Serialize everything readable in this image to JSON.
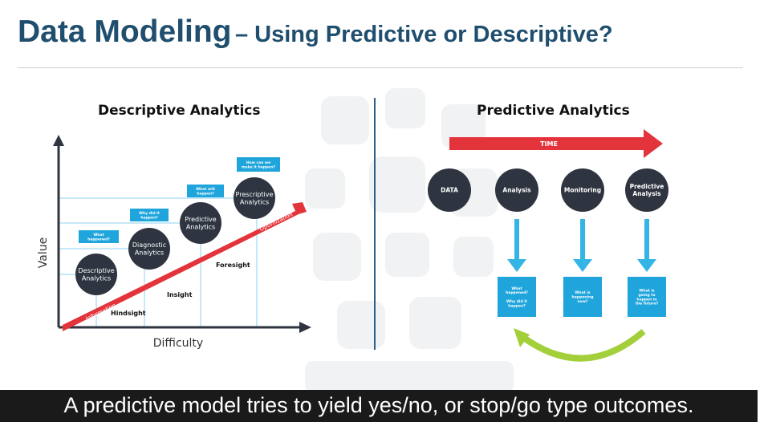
{
  "slide": {
    "title_main": "Data Modeling",
    "title_sub": "– Using Predictive or Descriptive?"
  },
  "descriptive": {
    "title": "Descriptive Analytics",
    "y_label": "Value",
    "x_label": "Difficulty",
    "circles": [
      "Descriptive\nAnalytics",
      "Diagnostic\nAnalytics",
      "Predictive\nAnalytics",
      "Prescriptive\nAnalytics"
    ],
    "questions": [
      "What\nhappened?",
      "Why did it\nhappen?",
      "What will\nhappen?",
      "How can we\nmake it happen?"
    ],
    "stages": [
      "Hindsight",
      "Insight",
      "Foresight"
    ],
    "arrow_start": "Information",
    "arrow_end": "Optimization"
  },
  "predictive": {
    "title": "Predictive Analytics",
    "time_label": "TIME",
    "nodes": [
      "DATA",
      "Analysis",
      "Monitoring",
      "Predictive\nAnalysis"
    ],
    "boxes": [
      "What\nhappened?\n\nWhy did it\nhappen?",
      "What is\nhappening\nnow?",
      "What is\ngoing to\nhappen in\nthe future?"
    ]
  },
  "caption": "A predictive model tries to yield yes/no, or stop/go type outcomes.",
  "colors": {
    "title": "#1f4e6e",
    "circle": "#2e3440",
    "question_box": "#1fa5dc",
    "red_arrow": "#e3343b",
    "light_blue_arrow": "#35b5e5",
    "green_arrow": "#a3cf3a",
    "grid_line": "#8ed2f0"
  }
}
